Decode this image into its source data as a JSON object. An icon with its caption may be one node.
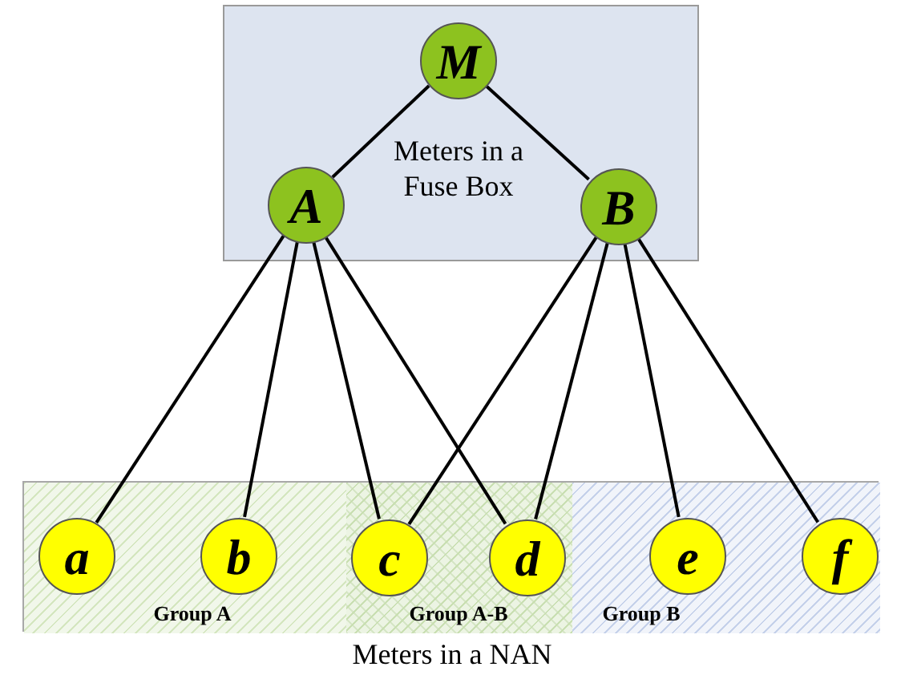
{
  "diagram": {
    "nodes": [
      {
        "text": [
          "Meters in a Fuse Box"
        ]
      },
      {
        "text": [
          "M"
        ],
        "in": 0
      },
      {
        "text": [
          "A"
        ],
        "in": 0
      },
      {
        "text": [
          "B"
        ],
        "in": 0
      },
      {
        "text": [
          "Meters in a NAN"
        ]
      },
      {
        "text": [
          "Group A"
        ],
        "in": 4
      },
      {
        "text": [
          "Group A-B"
        ],
        "in": 4
      },
      {
        "text": [
          "Group B"
        ],
        "in": 4
      },
      {
        "text": [
          "a"
        ],
        "in": 5
      },
      {
        "text": [
          "b"
        ],
        "in": 5
      },
      {
        "text": [
          "c"
        ],
        "in": 6
      },
      {
        "text": [
          "d"
        ],
        "in": 6
      },
      {
        "text": [
          "e"
        ],
        "in": 7
      },
      {
        "text": [
          "f"
        ],
        "in": 7
      }
    ],
    "edges": [
      {
        "from": 1,
        "to": 2,
        "arrow": "none"
      },
      {
        "from": 1,
        "to": 3,
        "arrow": "none"
      },
      {
        "from": 2,
        "to": 8,
        "arrow": "none"
      },
      {
        "from": 2,
        "to": 9,
        "arrow": "none"
      },
      {
        "from": 2,
        "to": 10,
        "arrow": "none"
      },
      {
        "from": 2,
        "to": 11,
        "arrow": "none"
      },
      {
        "from": 3,
        "to": 10,
        "arrow": "none"
      },
      {
        "from": 3,
        "to": 11,
        "arrow": "none"
      },
      {
        "from": 3,
        "to": 12,
        "arrow": "none"
      },
      {
        "from": 3,
        "to": 13,
        "arrow": "none"
      }
    ]
  }
}
